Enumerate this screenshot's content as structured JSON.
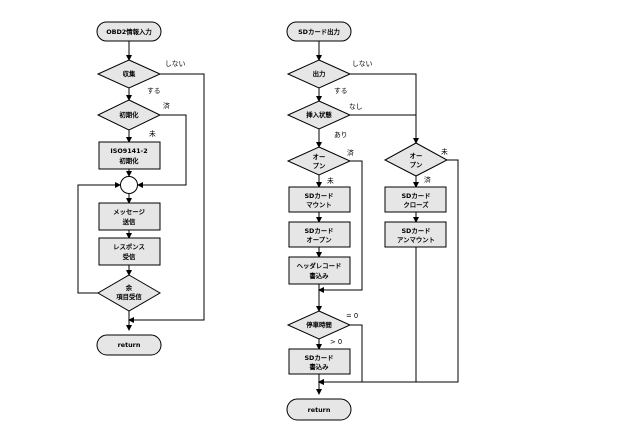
{
  "left_flow": {
    "start": "OBD2情報入力",
    "collect": "収集",
    "collect_no": "しない",
    "collect_yes": "する",
    "init": "初期化",
    "init_done": "済",
    "init_not": "未",
    "iso_line1": "ISO9141-2",
    "iso_line2": "初期化",
    "msg_line1": "メッセージ",
    "msg_line2": "送信",
    "resp_line1": "レスポンス",
    "resp_line2": "受信",
    "remain_line1": "余",
    "remain_line2": "項目受信",
    "end": "return"
  },
  "right_flow": {
    "start": "SDカード出力",
    "output": "出力",
    "output_no": "しない",
    "output_yes": "する",
    "inserted": "挿入状態",
    "inserted_no": "なし",
    "inserted_yes": "あり",
    "open_a_line1": "オー",
    "open_a_line2": "プン",
    "open_a_done": "済",
    "open_a_not": "未",
    "mount_line1": "SDカード",
    "mount_line2": "マウント",
    "fopen_line1": "SDカード",
    "fopen_line2": "オープン",
    "header_line1": "ヘッダレコード",
    "header_line2": "書込み",
    "stop_time": "停車時間",
    "stop_eq": "= 0",
    "stop_gt": "> 0",
    "write_line1": "SDカード",
    "write_line2": "書込み",
    "open_b_line1": "オー",
    "open_b_line2": "プン",
    "open_b_not": "未",
    "open_b_done": "済",
    "close_line1": "SDカード",
    "close_line2": "クローズ",
    "unmount_line1": "SDカード",
    "unmount_line2": "アンマウント",
    "end": "return"
  }
}
